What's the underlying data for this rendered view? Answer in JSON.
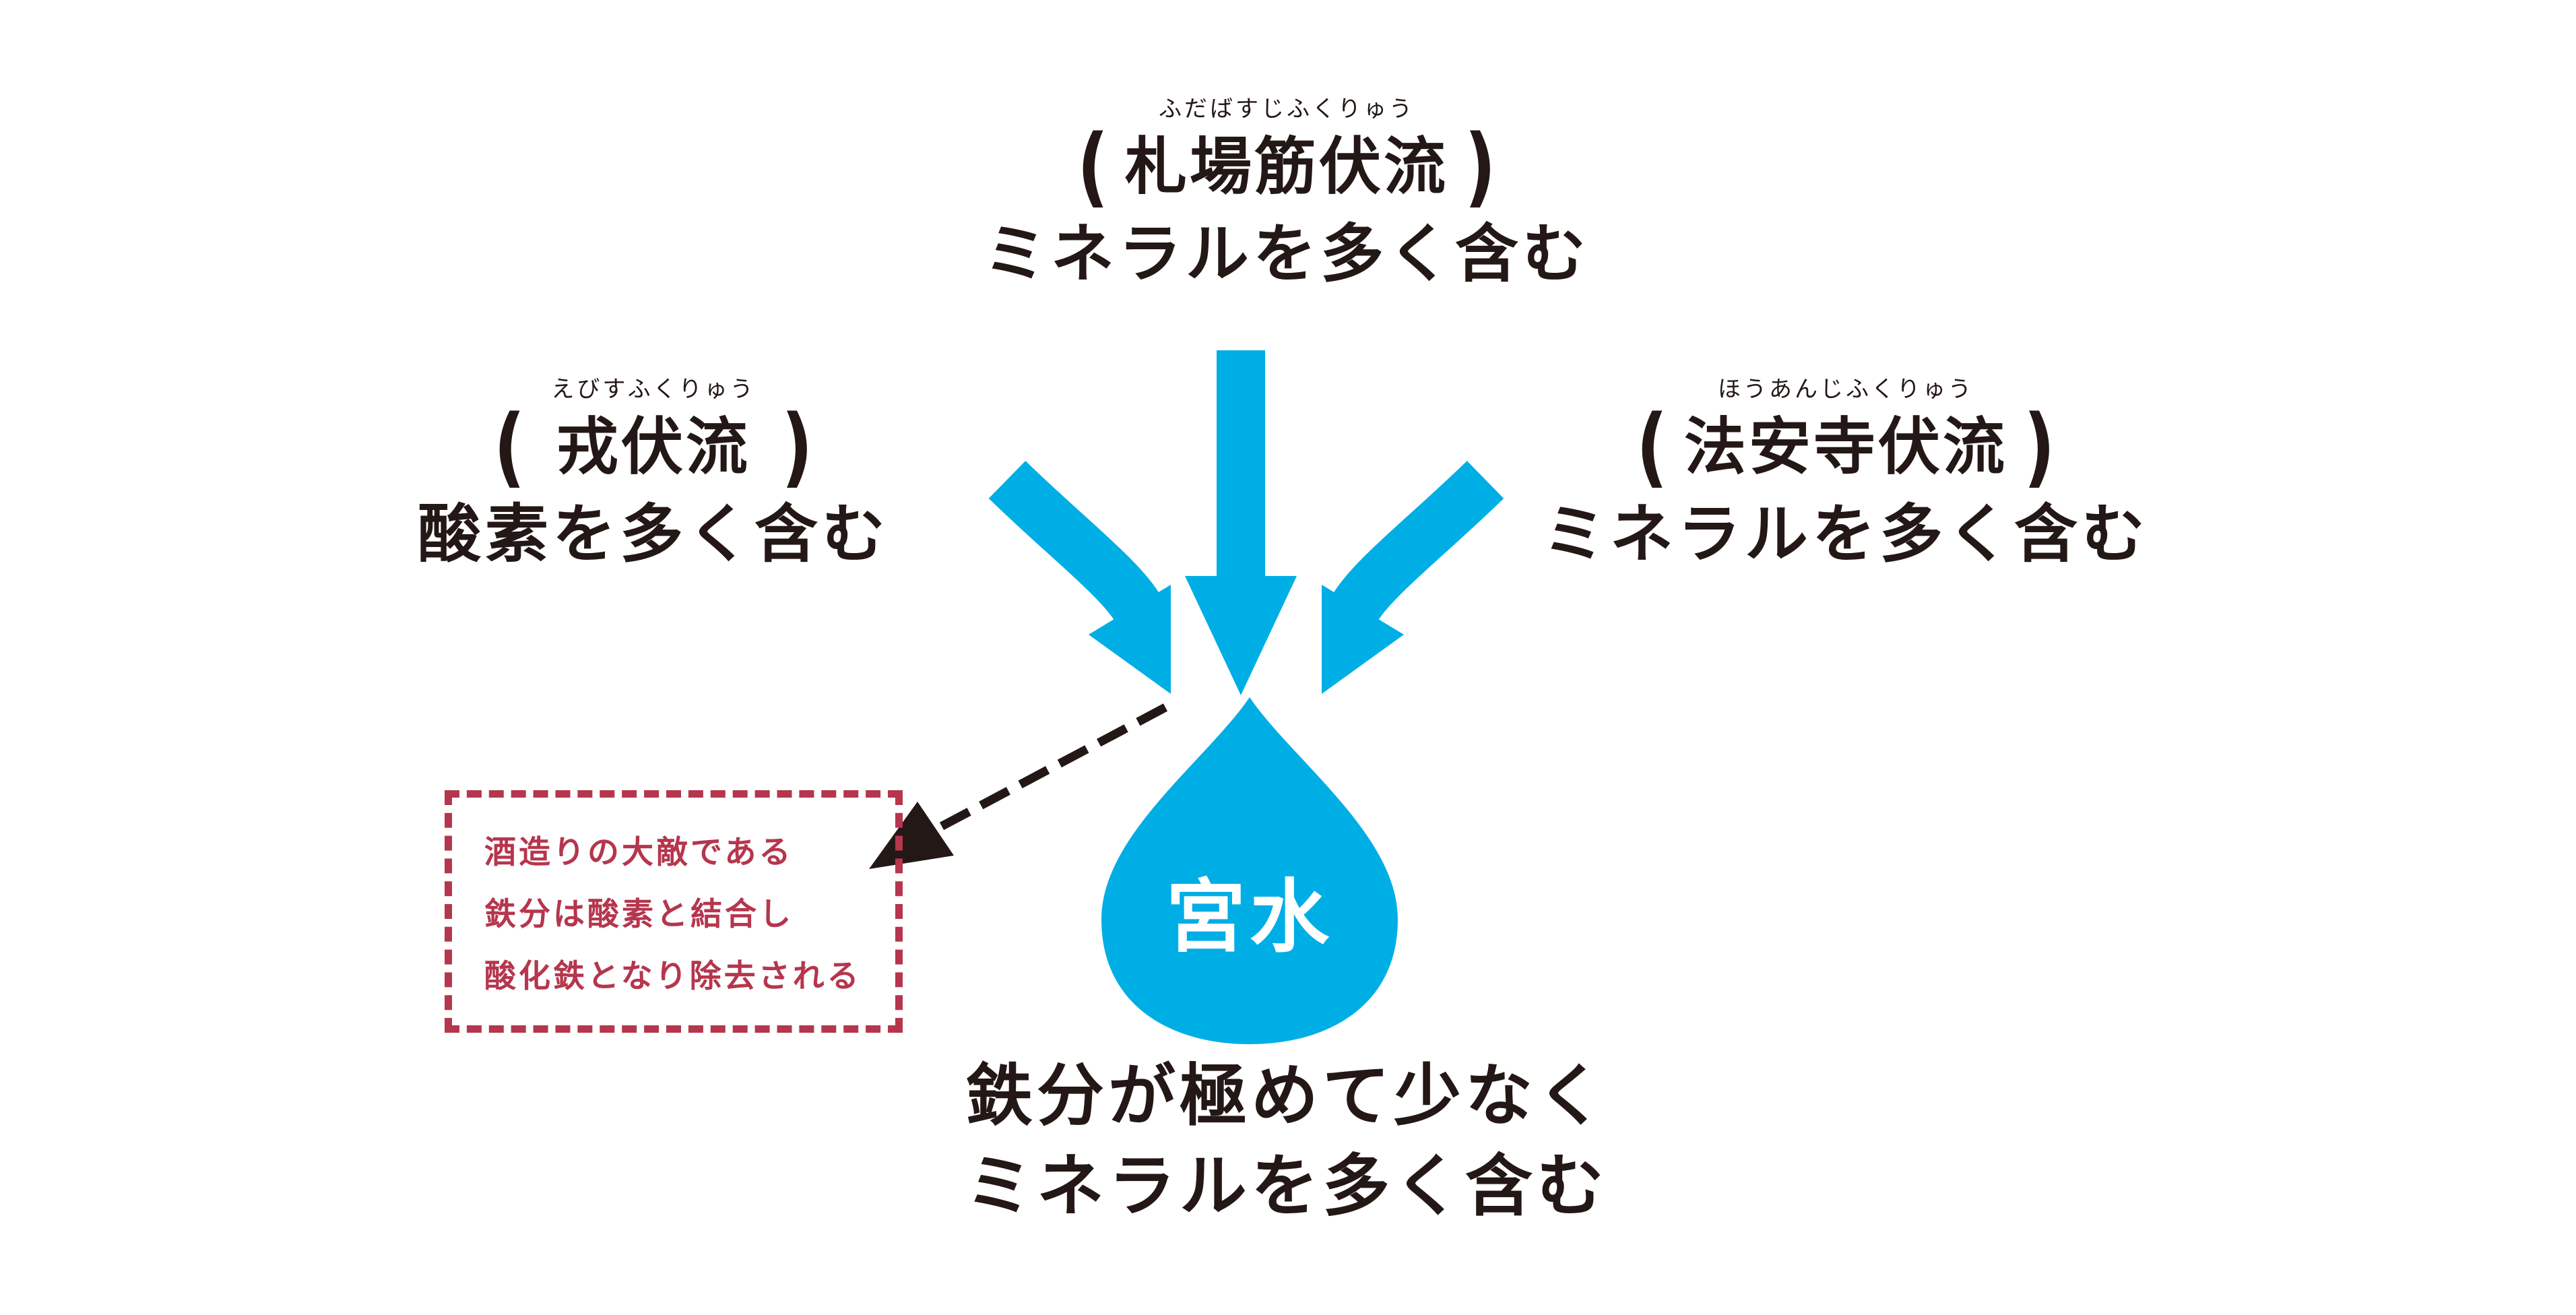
{
  "sources": {
    "top": {
      "ruby": "ふだばすじふくりゅう",
      "name": "札場筋伏流",
      "property": "ミネラルを多く含む"
    },
    "left": {
      "ruby": "えびすふくりゅう",
      "name": "戎伏流",
      "property": "酸素を多く含む"
    },
    "right": {
      "ruby": "ほうあんじふくりゅう",
      "name": "法安寺伏流",
      "property": "ミネラルを多く含む"
    }
  },
  "parens": {
    "open": "(",
    "close": ")"
  },
  "drop": {
    "label": "宮水",
    "color": "#00aee6"
  },
  "arrow_color": "#00aee6",
  "note": {
    "lines": [
      "酒造りの大敵である",
      "鉄分は酸素と結合し",
      "酸化鉄となり除去される"
    ],
    "color": "#b5364d"
  },
  "result": {
    "lines": [
      "鉄分が極めて少なく",
      "ミネラルを多く含む"
    ]
  }
}
